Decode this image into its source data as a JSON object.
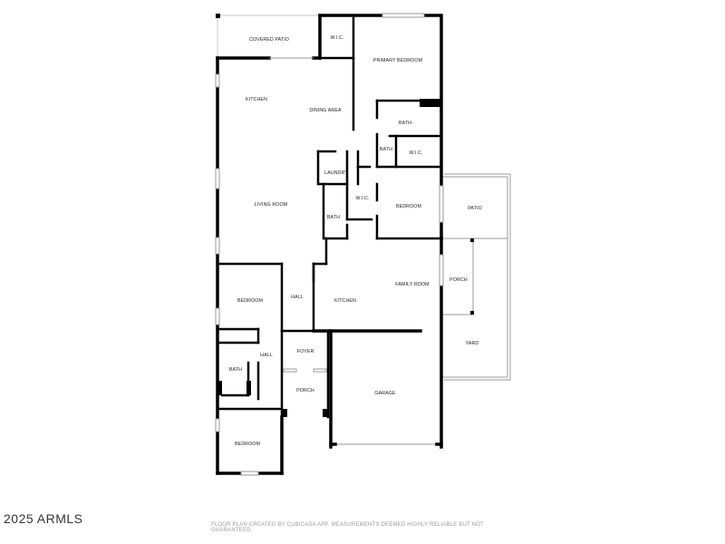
{
  "rooms": {
    "covered_patio": "COVERED PATIO",
    "wic_top": "W.I.C.",
    "primary_bedroom": "PRIMARY BEDROOM",
    "kitchen": "KITCHEN",
    "dining_area": "DINING AREA",
    "bath_primary": "BATH",
    "bath_primary_small": "BATH",
    "wic_primary": "W.I.C.",
    "laundry": "LAUNDRY",
    "wic_mid": "W.I.C.",
    "living_room": "LIVING ROOM",
    "bedroom_mid": "BEDROOM",
    "patio": "PATIO",
    "bath_mid": "BATH",
    "family_room": "FAMILY ROOM",
    "porch_right": "PORCH",
    "bedroom_left": "BEDROOM",
    "hall_upper": "HALL",
    "kitchen_2": "KITCHEN",
    "yard": "YARD",
    "foyer": "FOYER",
    "hall_lower": "HALL",
    "bath_left": "BATH",
    "garage": "GARAGE",
    "porch_front": "PORCH",
    "bedroom_bottom": "BEDROOM"
  },
  "watermark": "2025 ARMLS",
  "credit": "FLOOR PLAN CREATED BY CUBICASA APP. MEASUREMENTS DEEMED HIGHLY RELIABLE BUT NOT GUARANTEED."
}
